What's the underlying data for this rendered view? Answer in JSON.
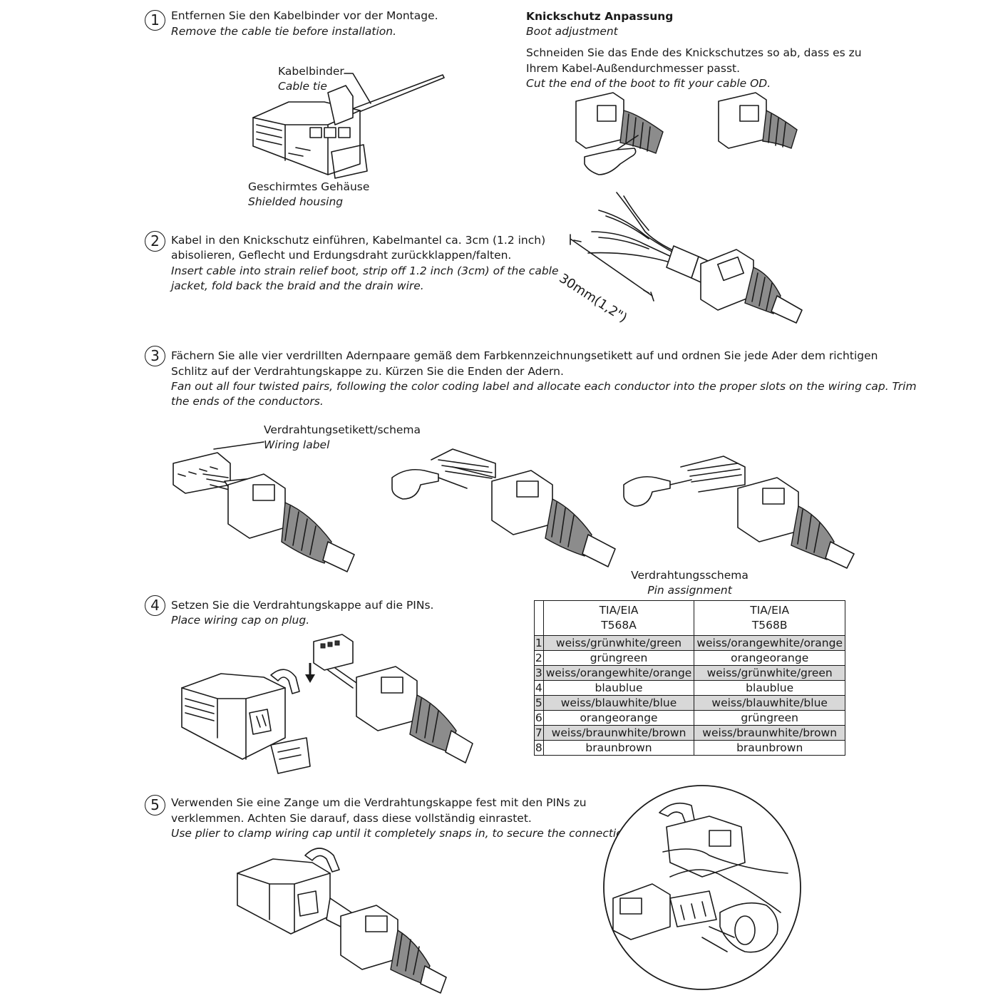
{
  "steps": {
    "s1": {
      "num": "1",
      "de": "Entfernen Sie den Kabelbinder vor der Montage.",
      "en": "Remove the cable tie before installation."
    },
    "s2": {
      "num": "2",
      "de1": "Kabel in den Knickschutz einführen, Kabelmantel ca. 3cm (1.2 inch)",
      "de2": "abisolieren, Geflecht und Erdungsdraht zurückklappen/falten.",
      "en1": "Insert cable into strain relief boot, strip off 1.2 inch (3cm) of the cable",
      "en2": "jacket, fold back the braid and the drain wire."
    },
    "s3": {
      "num": "3",
      "de1": "Fächern Sie alle vier verdrillten Adernpaare gemäß dem Farbkennzeichnungsetikett auf und ordnen Sie jede Ader dem richtigen",
      "de2": "Schlitz auf der Verdrahtungskappe zu. Kürzen Sie die Enden der Adern.",
      "en1": "Fan out all four twisted pairs, following the color coding label and allocate each conductor into the proper slots on the wiring cap. Trim",
      "en2": "the ends of the conductors."
    },
    "s4": {
      "num": "4",
      "de": "Setzen Sie die Verdrahtungskappe auf die PINs.",
      "en": "Place wiring cap on plug."
    },
    "s5": {
      "num": "5",
      "de1": "Verwenden Sie eine Zange um die Verdrahtungskappe fest mit den PINs zu",
      "de2": "verklemmen. Achten Sie darauf, dass diese vollständig einrastet.",
      "en": "Use plier to clamp wiring cap until it completely snaps in, to secure the connection."
    }
  },
  "boot": {
    "title": "Knickschutz Anpassung",
    "title_en": "Boot adjustment",
    "de1": "Schneiden Sie das Ende des Knickschutzes so ab, dass es zu",
    "de2": "Ihrem Kabel-Außendurchmesser passt.",
    "en": "Cut the end of the boot to fit your cable OD."
  },
  "labels": {
    "cable_tie_de": "Kabelbinder",
    "cable_tie_en": "Cable tie",
    "housing_de": "Geschirmtes Gehäuse",
    "housing_en": "Shielded housing",
    "measure": "30mm(1,2\")",
    "wiring_label_de": "Verdrahtungsetikett/schema",
    "wiring_label_en": "Wiring label"
  },
  "pin_table": {
    "title_de": "Verdrahtungsschema",
    "title_en": "Pin assignment",
    "col_a_1": "TIA/EIA",
    "col_a_2": "T568A",
    "col_b_1": "TIA/EIA",
    "col_b_2": "T568B",
    "rows": [
      {
        "n": "1",
        "a_de": "weiss/grün",
        "a_en": "white/green",
        "b_de": "weiss/orange",
        "b_en": "white/orange"
      },
      {
        "n": "2",
        "a_de": "grün",
        "a_en": "green",
        "b_de": "orange",
        "b_en": "orange"
      },
      {
        "n": "3",
        "a_de": "weiss/orange",
        "a_en": "white/orange",
        "b_de": "weiss/grün",
        "b_en": "white/green"
      },
      {
        "n": "4",
        "a_de": "blau",
        "a_en": "blue",
        "b_de": "blau",
        "b_en": "blue"
      },
      {
        "n": "5",
        "a_de": "weiss/blau",
        "a_en": "white/blue",
        "b_de": "weiss/blau",
        "b_en": "white/blue"
      },
      {
        "n": "6",
        "a_de": "orange",
        "a_en": "orange",
        "b_de": "grün",
        "b_en": "green"
      },
      {
        "n": "7",
        "a_de": "weiss/braun",
        "a_en": "white/brown",
        "b_de": "weiss/braun",
        "b_en": "white/brown"
      },
      {
        "n": "8",
        "a_de": "braun",
        "a_en": "brown",
        "b_de": "braun",
        "b_en": "brown"
      }
    ]
  },
  "colors": {
    "ink": "#1a1a1a",
    "shade": "#d8d8d8",
    "boot_grey": "#8c8c8c"
  }
}
